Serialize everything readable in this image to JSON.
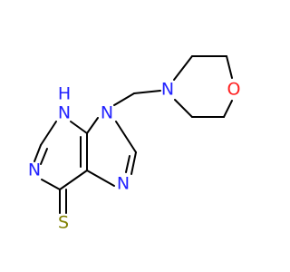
{
  "molecule": {
    "atoms": {
      "nh_label": "N",
      "h_label": "H",
      "n9_label": "N",
      "n1_label": "N",
      "n7_label": "N",
      "n_morph_label": "N",
      "o_label": "O",
      "s_label": "S"
    },
    "colors": {
      "nitrogen": "#2222ff",
      "oxygen": "#ff2020",
      "sulfur": "#808000",
      "carbon": "#000000"
    }
  }
}
